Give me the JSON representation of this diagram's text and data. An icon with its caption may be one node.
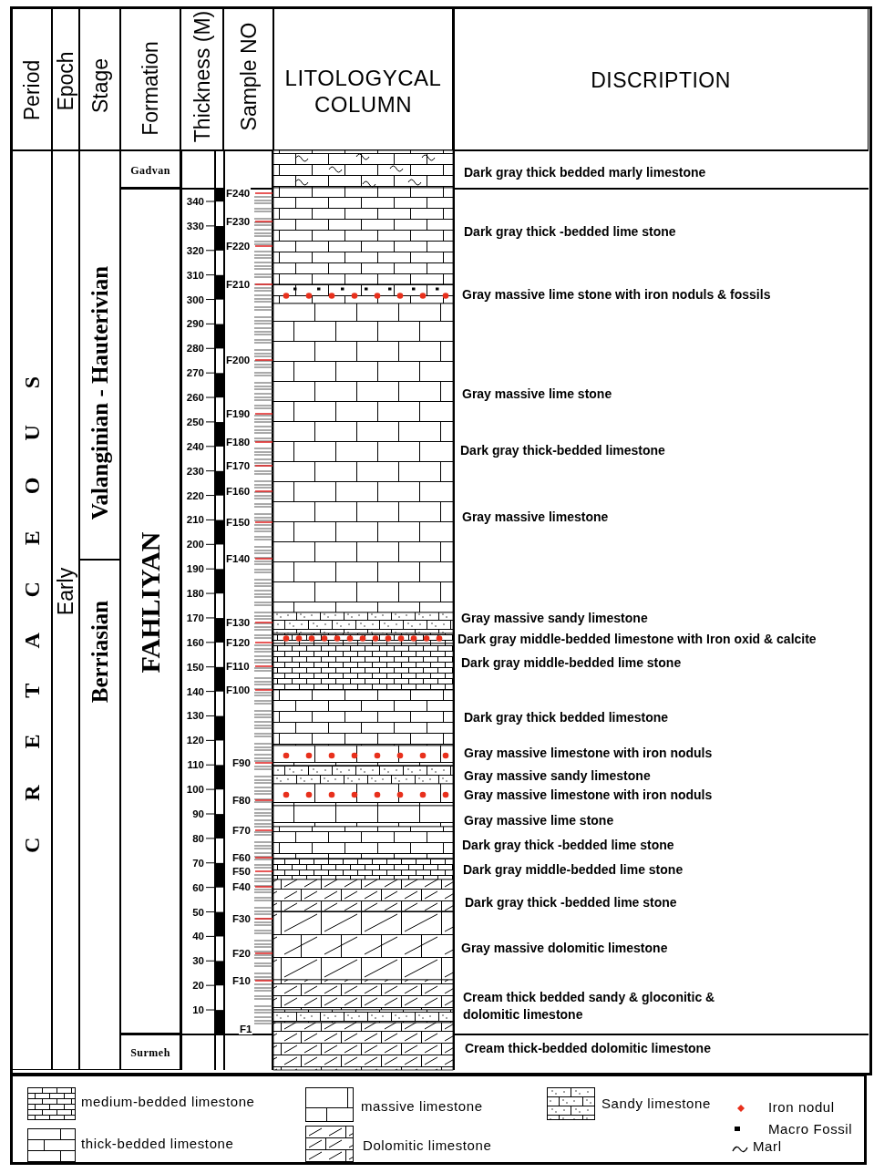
{
  "diagram": {
    "nodes": [
      {
        "text": [
          "Period"
        ]
      },
      {
        "text": [
          "Epoch"
        ]
      },
      {
        "text": [
          "Stage"
        ]
      },
      {
        "text": [
          "Formation"
        ]
      },
      {
        "text": [
          "Thickness (M)"
        ]
      },
      {
        "text": [
          "Sample NO"
        ]
      },
      {
        "text": [
          "LITOLOGYCAL COLUMN"
        ]
      },
      {
        "text": [
          "DISCRIPTION"
        ]
      },
      {
        "text": [
          "C R E T A C E O U S"
        ]
      },
      {
        "text": [
          "Early"
        ]
      },
      {
        "text": [
          "Valanginian - Hauterivian"
        ]
      },
      {
        "text": [
          "Berriasian"
        ]
      },
      {
        "text": [
          "Gadvan"
        ]
      },
      {
        "text": [
          "FAHLIYAN"
        ]
      },
      {
        "text": [
          "Surmeh"
        ]
      }
    ],
    "labels": [
      "340",
      "330",
      "320",
      "310",
      "300",
      "290",
      "280",
      "270",
      "260",
      "250",
      "240",
      "230",
      "220",
      "210",
      "200",
      "190",
      "180",
      "170",
      "160",
      "150",
      "140",
      "130",
      "120",
      "110",
      "100",
      "90",
      "80",
      "70",
      "60",
      "50",
      "40",
      "30",
      "20",
      "10",
      "F240",
      "F230",
      "F220",
      "F210",
      "F200",
      "F190",
      "F180",
      "F170",
      "F160",
      "F150",
      "F140",
      "F130",
      "F120",
      "F110",
      "F100",
      "F90",
      "F80",
      "F70",
      "F60",
      "F50",
      "F40",
      "F30",
      "F20",
      "F10",
      "F1",
      "Dark gray thick bedded marly limestone",
      "Dark gray thick -bedded lime stone",
      "Gray massive lime stone with iron noduls & fossils",
      "Gray massive lime stone",
      "Dark gray thick-bedded limestone",
      "Gray massive limestone",
      "Gray massive sandy limestone",
      "Dark gray middle-bedded limestone with Iron oxid & calcite",
      "Dark gray middle-bedded lime stone",
      "Dark gray thick bedded limestone",
      "Gray massive limestone with iron noduls",
      "Gray massive sandy limestone",
      "Gray massive limestone with iron noduls",
      "Gray massive lime stone",
      "Dark gray thick -bedded lime stone",
      "Dark gray middle-bedded lime stone",
      "Dark gray thick -bedded lime stone",
      "Gray massive dolomitic limestone",
      "Cream thick bedded sandy & gloconitic & dolomitic limestone",
      "Cream thick-bedded dolomitic limestone"
    ],
    "legend": [
      {
        "text": "medium-bedded limestone"
      },
      {
        "text": "massive limestone"
      },
      {
        "text": "Sandy limestone"
      },
      {
        "text": "Iron nodul"
      },
      {
        "text": "thick-bedded limestone"
      },
      {
        "text": "Dolomitic limestone"
      },
      {
        "text": "Macro Fossil"
      },
      {
        "text": "Marl"
      }
    ]
  }
}
